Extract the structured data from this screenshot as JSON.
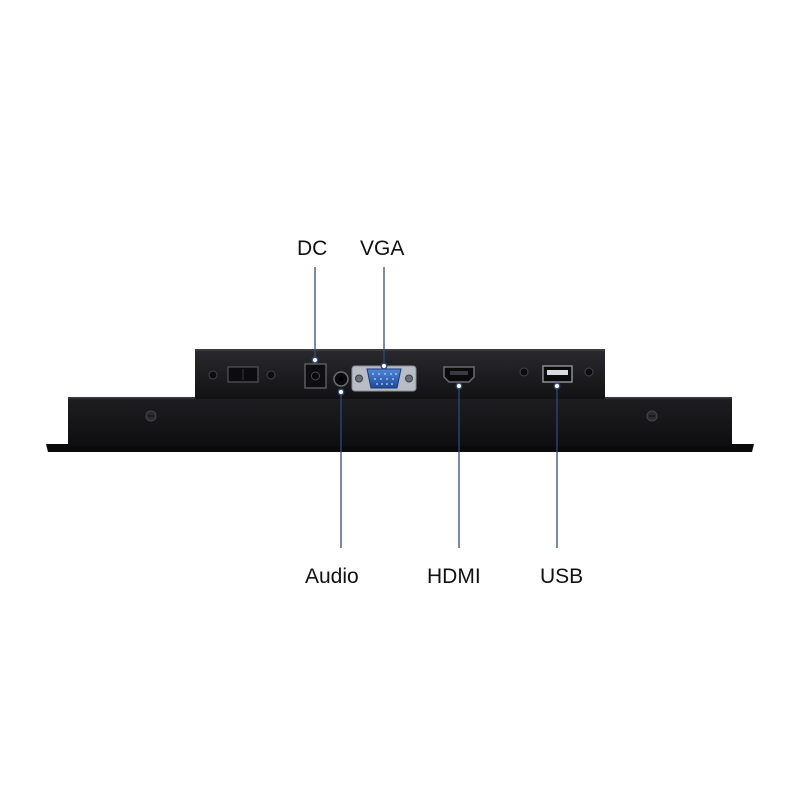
{
  "labels": {
    "dc": "DC",
    "vga": "VGA",
    "audio": "Audio",
    "hdmi": "HDMI",
    "usb": "USB"
  },
  "colors": {
    "background": "#ffffff",
    "device_body": "#141416",
    "port_panel": "#1c1c1f",
    "leader_line": "#2f4a78",
    "vga_connector": "#2f5fb0",
    "label_text": "#111111"
  },
  "icons": [
    "screw-icon",
    "power-switch-icon",
    "dc-jack-icon",
    "audio-jack-icon",
    "vga-port-icon",
    "hdmi-port-icon",
    "usb-port-icon"
  ]
}
